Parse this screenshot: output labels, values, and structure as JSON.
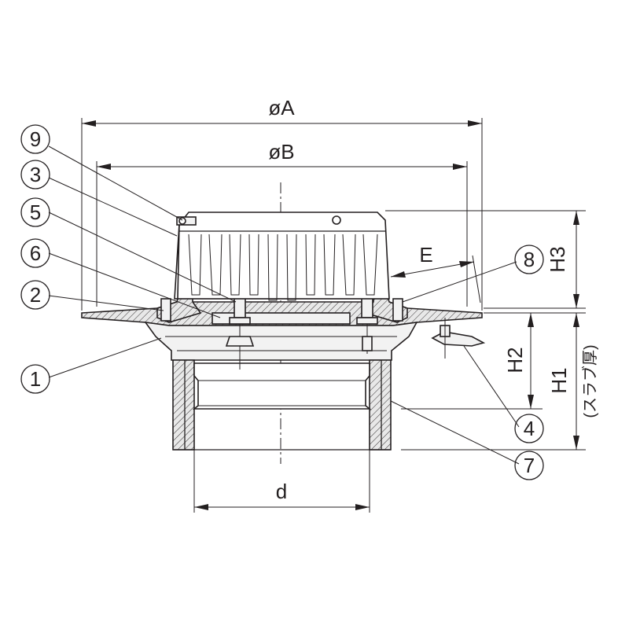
{
  "dimensions": {
    "outer_diameter": "øA",
    "inner_diameter": "øB",
    "E": "E",
    "H1": "H1",
    "H1_note": "(スラブ厚)",
    "H2": "H2",
    "H3": "H3",
    "d": "d"
  },
  "part_labels": {
    "p1": "1",
    "p2": "2",
    "p3": "3",
    "p4": "4",
    "p5": "5",
    "p6": "6",
    "p7": "7",
    "p8": "8",
    "p9": "9"
  }
}
